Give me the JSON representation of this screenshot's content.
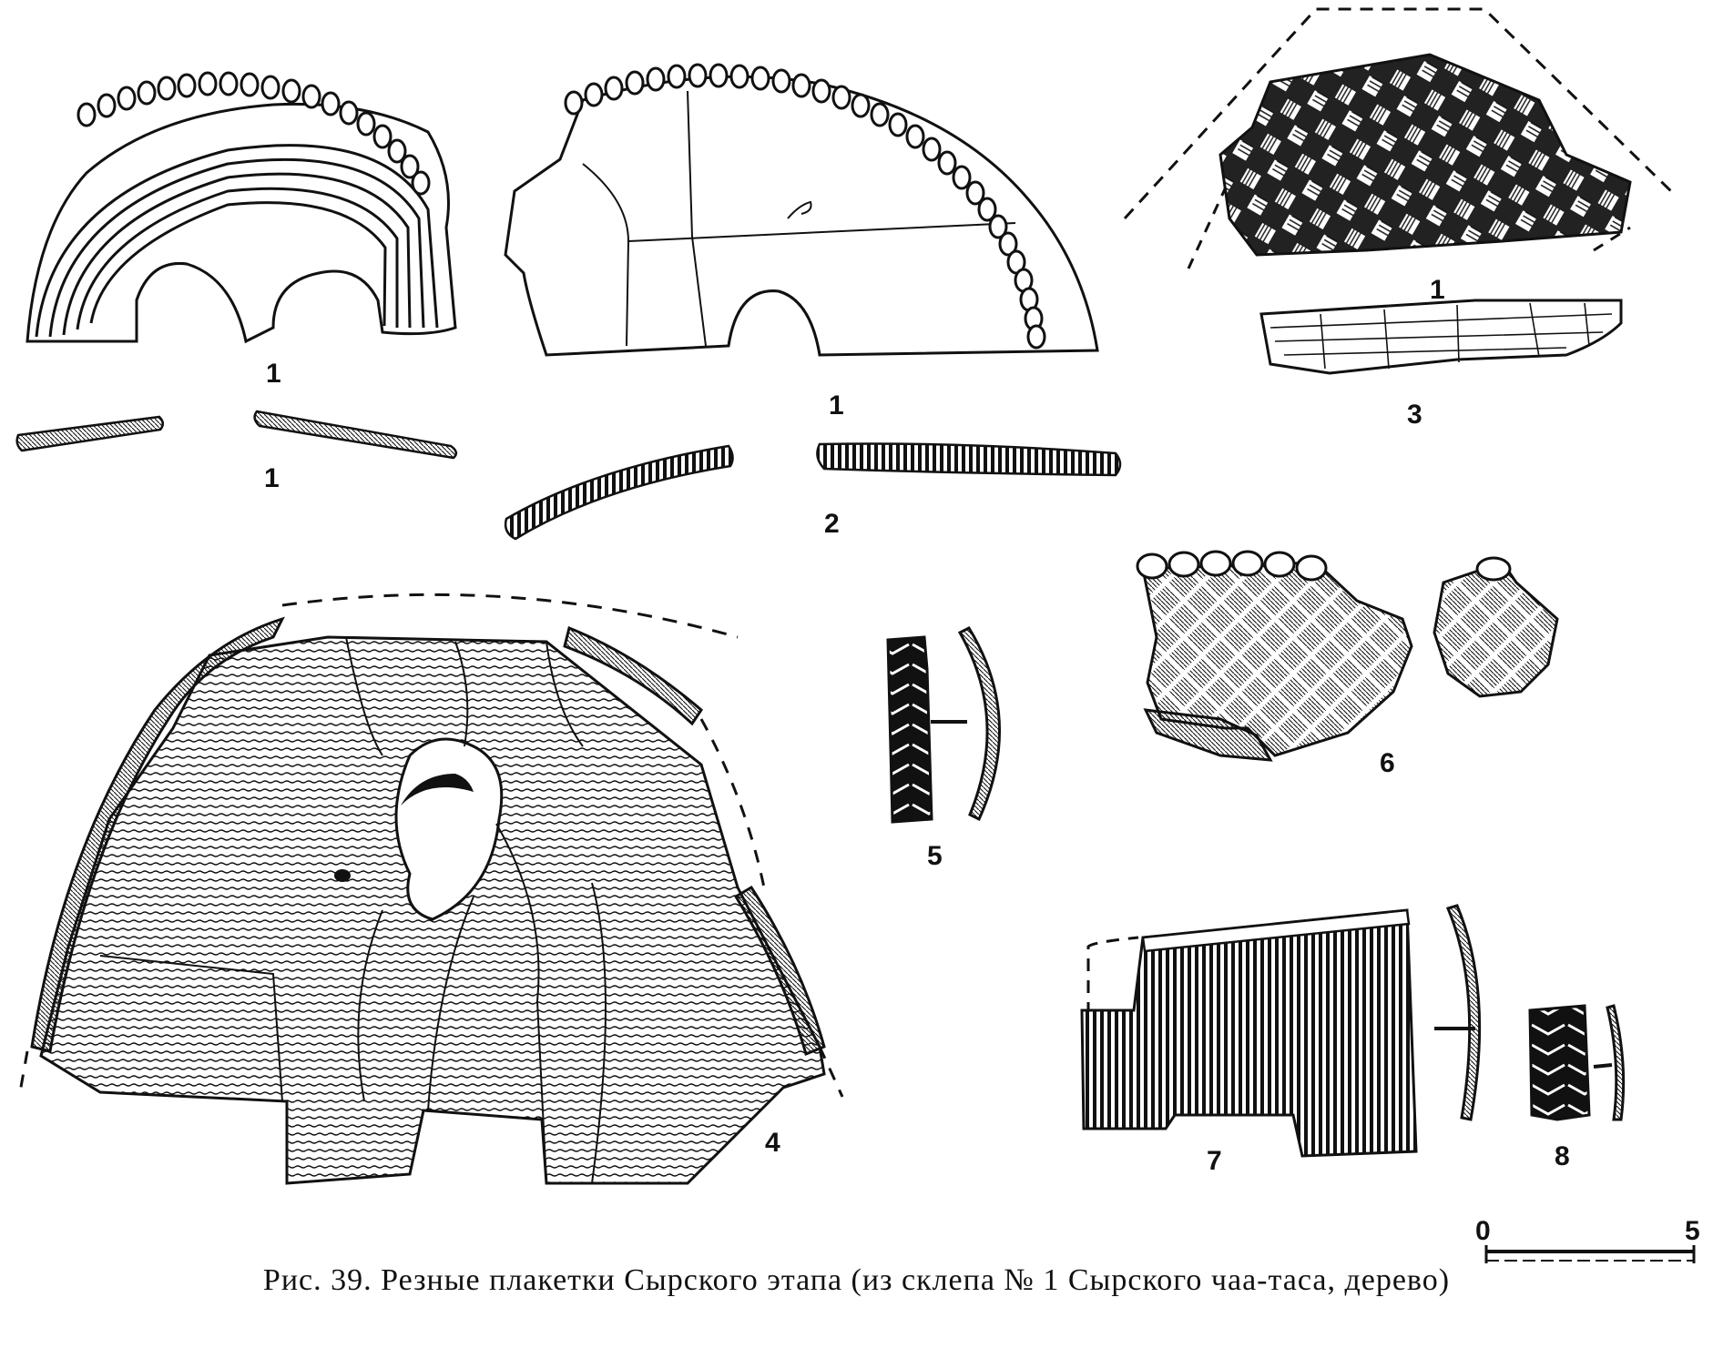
{
  "figure": {
    "labels": {
      "f1_drawing_mark": "1",
      "f1_section_mark": "1",
      "f2_drawing_mark": "1",
      "f2_number": "2",
      "f3_drawing_mark": "1",
      "f3_number": "3",
      "f4_number": "4",
      "f5_number": "5",
      "f6_number": "6",
      "f7_number": "7",
      "f8_number": "8"
    },
    "scale_bar": {
      "start": "0",
      "end": "5"
    },
    "caption": "Рис. 39. Резные плакетки Сырского этапа   (из склепа № 1 Сырского чаа-таса, дерево)"
  },
  "colors": {
    "ink": "#111111",
    "paper": "#ffffff"
  }
}
